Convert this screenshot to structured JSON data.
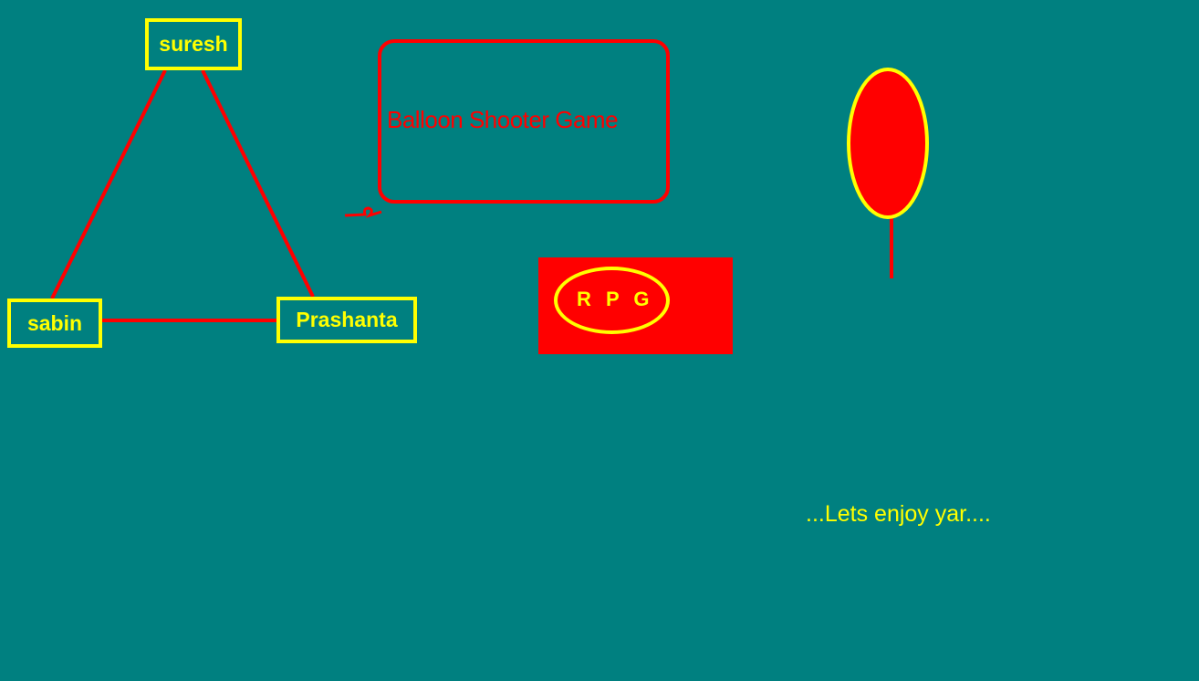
{
  "team": {
    "members": [
      "suresh",
      "sabin",
      "Prashanta"
    ]
  },
  "game": {
    "title": "Balloon Shooter Game",
    "rpg_label": "R P G",
    "tagline": "...Lets enjoy yar...."
  },
  "colors": {
    "background": "#008080",
    "accent_red": "#ff0000",
    "accent_yellow": "#ffff00"
  },
  "icons": {
    "balloon": "balloon-icon",
    "speech_tail": "speech-tail-icon"
  }
}
